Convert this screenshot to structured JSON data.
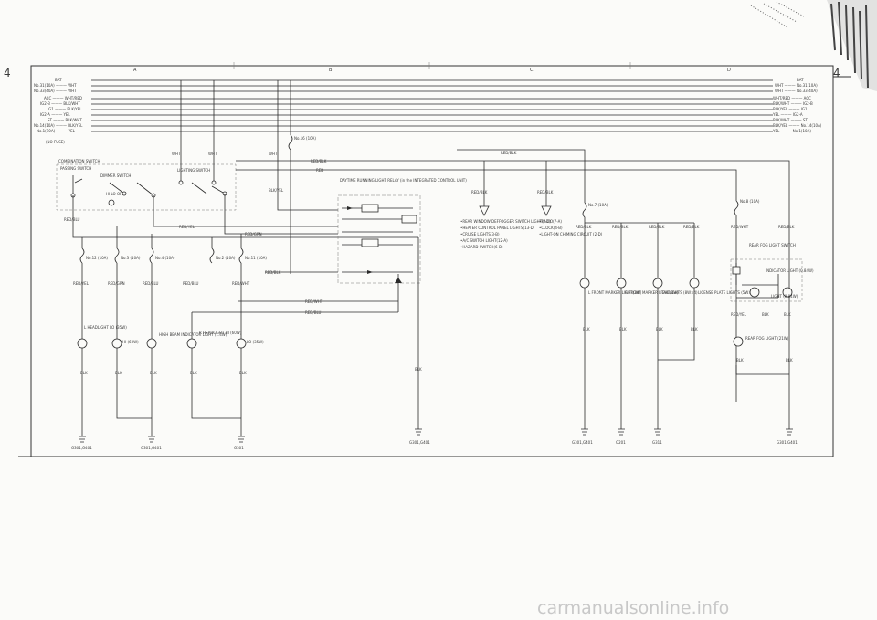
{
  "page_number": "4",
  "columns": [
    "A",
    "B",
    "C",
    "D"
  ],
  "left_supply": [
    "BAT",
    "No.31(10A) ——— WHT",
    "No.33(40A) ——— WHT",
    "ACC ——— WHT/RED",
    "IG2-B ——— BLK/WHT",
    "IG1 ——— BLK/YEL",
    "IG2-A ——— YEL",
    "ST ——— BLK/WHT",
    "No.14(10A) ——— BLK/YEL",
    "No.1(10A) ——— YEL"
  ],
  "right_supply": [
    "BAT",
    "WHT ——— No.31(10A)",
    "WHT ——— No.33(40A)",
    "WHT/RED ——— ACC",
    "BLK/WHT ——— IG2-B",
    "BLK/YEL ——— IG1",
    "YEL ——— IG2-A",
    "BLK/WHT ——— ST",
    "BLK/YEL ——— No.14(10A)",
    "YEL ——— No.1(10A)"
  ],
  "fuse_note": "(NO FUSE)",
  "fuses": [
    {
      "id": "fuse16",
      "label": "No.16 (10A)"
    },
    {
      "id": "fuse12",
      "label": "No.12 (10A)"
    },
    {
      "id": "fuse3",
      "label": "No.3 (10A)"
    },
    {
      "id": "fuse4",
      "label": "No.4 (10A)"
    },
    {
      "id": "fuse2",
      "label": "No.2 (10A)"
    },
    {
      "id": "fuse11",
      "label": "No.11 (10A)"
    },
    {
      "id": "fuse7",
      "label": "No.7 (10A)"
    },
    {
      "id": "fuse8",
      "label": "No.8 (10A)"
    }
  ],
  "switch_labels": {
    "combination": "COMBINATION SWITCH",
    "passing": "PASSING SWITCH",
    "dimmer": "DIMMER SWITCH",
    "lighting": "LIGHTING SWITCH",
    "positions": "HI   LO   OFF"
  },
  "wire_labels": {
    "wht_a": "WHT",
    "wht_b": "WHT",
    "wht_c": "WHT",
    "red_blk_main": "RED/BLK",
    "red_main": "RED",
    "red_blu": "RED/BLU",
    "red_yel": "RED/YEL",
    "red_grn": "RED/GRN",
    "red_blk2": "RED/BLK",
    "red_wht": "RED/WHT",
    "red_blu2": "RED/BLU",
    "blk_yel": "BLK/YEL",
    "drl_redblk1": "RED/BLK",
    "drl_redblk2": "RED/BLK"
  },
  "drl_unit": "DAYTIME RUNNING LIGHT RELAY (in the INTEGRATED CONTROL UNIT)",
  "drl_notes_left": [
    "•REAR WINDOW DEFFOGGER SWITCH LIGHT(1-C)",
    "•HEATER CONTROL PANEL LIGHTS(13-D)",
    "•CRUISE LIGHTS(3-B)",
    "•A/C SWITCH LIGHT(12-A)",
    "•HAZARD SWITCH(6-D)"
  ],
  "drl_notes_right": [
    "•RADIO(7-A)",
    "•CLOCK(4-B)",
    "•LIGHT-ON CHIMING CIRCUIT (2-D)"
  ],
  "headlight_columns": [
    {
      "upper": "RED/YEL",
      "lower": "BLK",
      "ground": "G301,G401"
    },
    {
      "upper": "RED/GRN",
      "lower": "BLK",
      "ground": "G301,G401"
    },
    {
      "upper": "RED/BLU",
      "lower": "BLK",
      "ground": ""
    },
    {
      "upper": "RED/BLU",
      "lower": "BLK",
      "ground": "G301"
    },
    {
      "upper": "RED/WHT",
      "lower": "BLK",
      "ground": ""
    }
  ],
  "lamps_left": [
    {
      "label": "L HEADLIGHT LO (35W)"
    },
    {
      "label": "HI (60W)"
    },
    {
      "label": "HIGH BEAM INDICATOR LIGHT (1.4W)"
    },
    {
      "label": "R HEADLIGHT HI (60W)"
    },
    {
      "label": "LO (35W)"
    }
  ],
  "right_columns": [
    {
      "upper": "RED/BLK",
      "lamp": "L FRONT MARKER LIGHT(3W)",
      "lower": "BLK",
      "ground": "G301,G401"
    },
    {
      "upper": "RED/BLK",
      "lamp": "R FRONT MARKER LIGHT(3W)",
      "lower": "BLK",
      "ground": "G201"
    },
    {
      "upper": "RED/BLK",
      "lamp": "TAILLIGHTS (8W×4)",
      "lower": "BLK",
      "ground": "G311"
    },
    {
      "upper": "RED/BLK",
      "lamp": "LICENSE PLATE LIGHTS (5W×2)",
      "lower": "BLK",
      "ground": ""
    }
  ],
  "fog": {
    "red_wht": "RED/WHT",
    "red_blk": "RED/BLK",
    "switch": "REAR FOG LIGHT SWITCH",
    "indicator": "INDICATOR LIGHT (0.84W)",
    "light": "LIGHT (0.84W)",
    "red_yel": "RED/YEL",
    "blk1": "BLK",
    "blk2": "BLK",
    "lamp": "REAR FOG LIGHT (21W)",
    "blk3": "BLK",
    "blk4": "BLK",
    "ground": "G301,G401"
  },
  "mid_ground": {
    "wire": "BLK",
    "label": "G301,G401"
  },
  "watermark": "carmanualsonline.info"
}
